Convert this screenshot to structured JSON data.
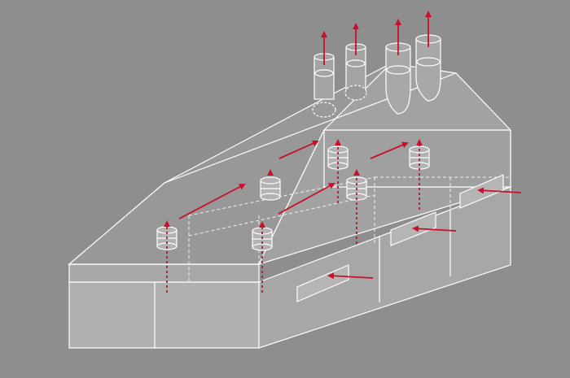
{
  "colors": {
    "background": "#8e8e8e",
    "line": "#ffffff",
    "wall_fill": "#b0b0b0",
    "roof_fill": "#9a9a9a",
    "airflow": "#c8102e"
  },
  "icons": {
    "exhaust_stack": "chimney-shape",
    "roof_vent": "cylinder-vent",
    "air_inlet": "rectangular-slot",
    "airflow_arrow": "red-arrow"
  },
  "counts": {
    "exhaust_stacks": 4,
    "roof_fans": 6,
    "side_inlets": 3
  }
}
